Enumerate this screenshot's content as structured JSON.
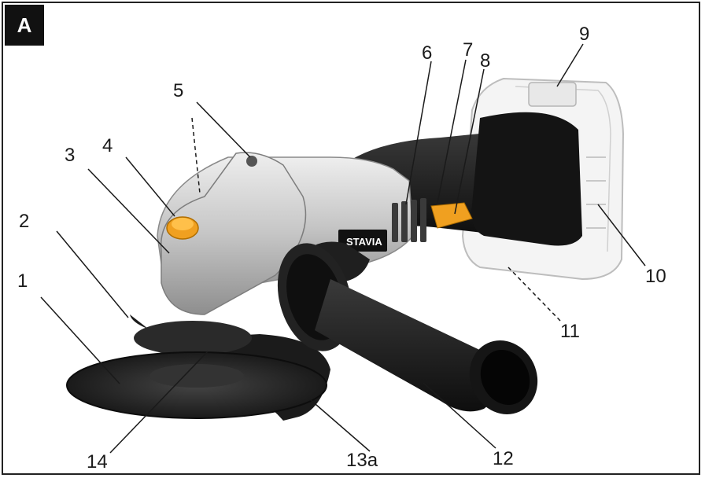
{
  "figure": {
    "panel_label": "A",
    "brand_text": "STAVIA",
    "callouts": [
      "1",
      "2",
      "3",
      "4",
      "5",
      "6",
      "7",
      "8",
      "9",
      "10",
      "11",
      "12",
      "13a",
      "14"
    ]
  },
  "colors": {
    "frame": "#222222",
    "badge": "#111111",
    "silver_housing": "#c9c9c9",
    "black_parts": "#1c1c1c",
    "accent_orange": "#f0a020"
  }
}
